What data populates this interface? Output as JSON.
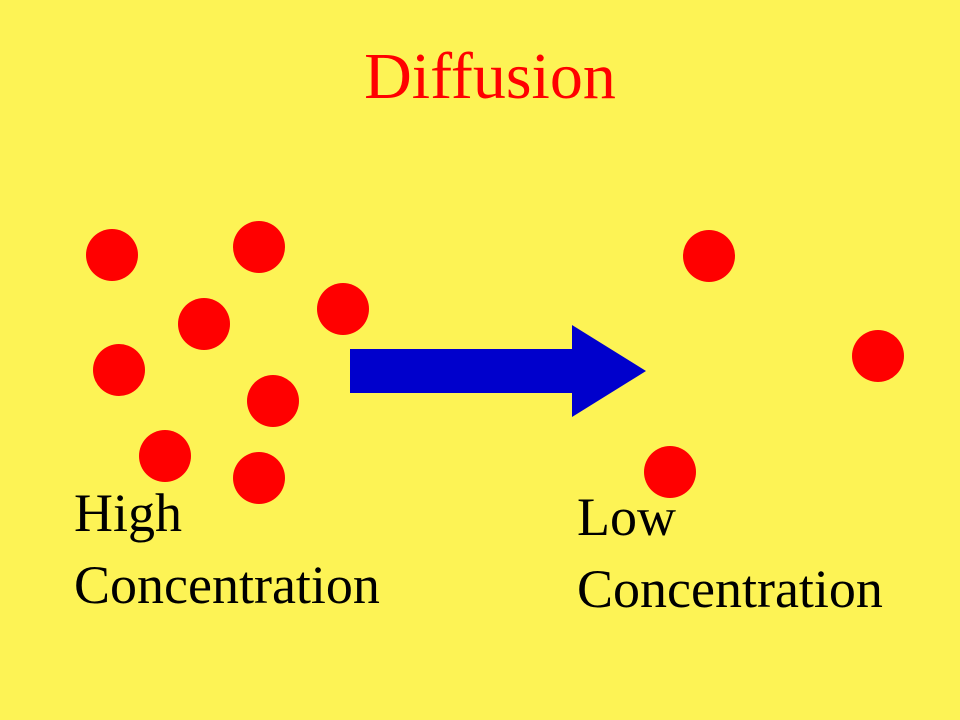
{
  "title": "Diffusion",
  "high": {
    "line1": "High",
    "line2": "Concentration"
  },
  "low": {
    "line1": "Low",
    "line2": "Concentration"
  },
  "colors": {
    "background": "#fdf355",
    "particle": "#ff0000",
    "arrow": "#0000cc",
    "title": "#ff0000",
    "label": "#000000"
  }
}
